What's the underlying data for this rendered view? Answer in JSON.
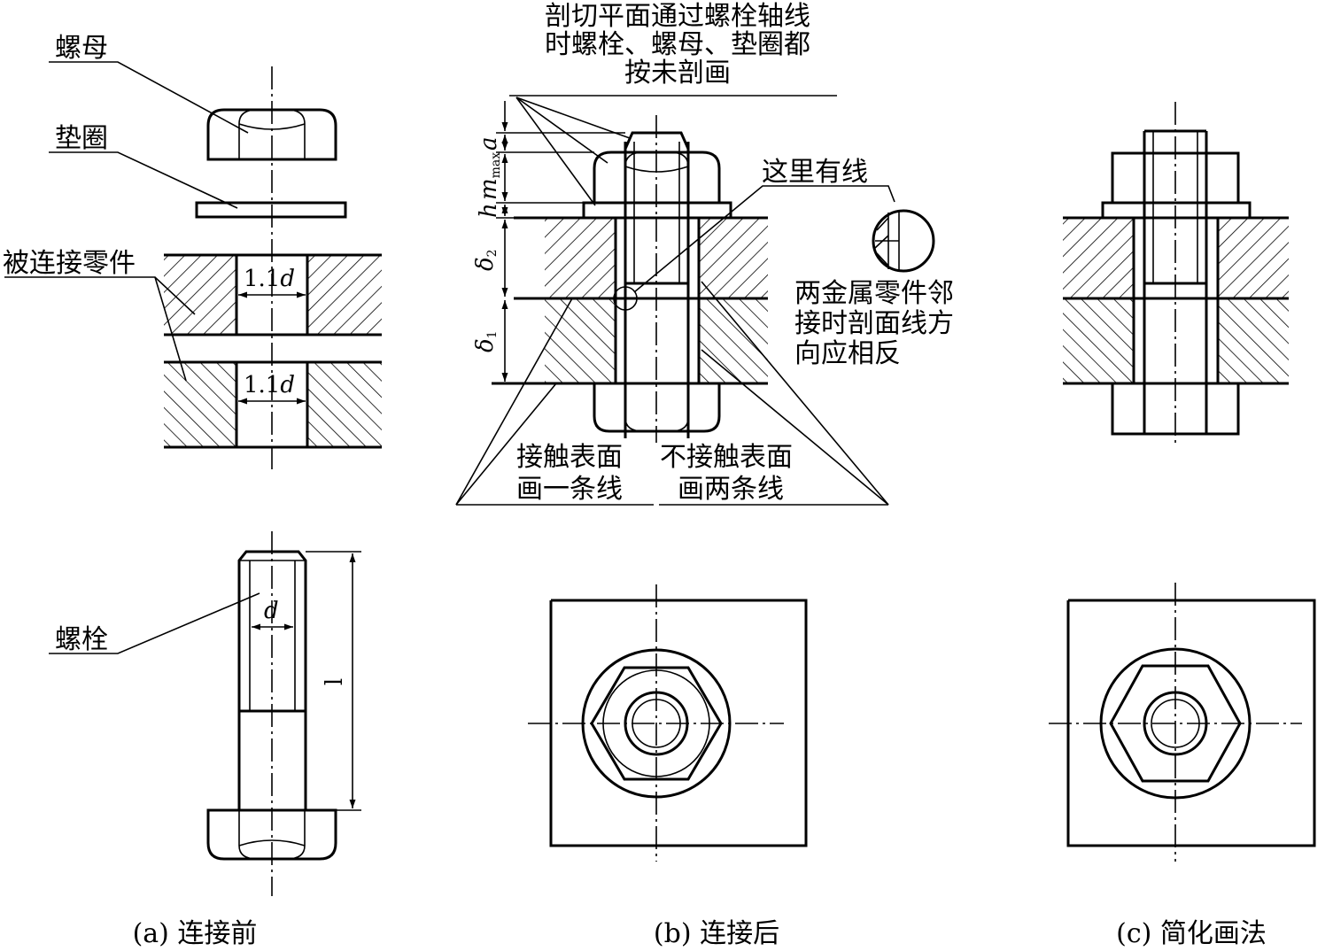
{
  "panel_a": {
    "caption": "(a) 连接前",
    "labels": {
      "nut": "螺母",
      "washer": "垫圈",
      "connected_parts": "被连接零件",
      "bolt": "螺栓"
    },
    "hole_dim_upper": "1.1",
    "hole_dim_lower": "1.1",
    "dim_var": "d",
    "bolt_dim": "d",
    "length_dim": "l"
  },
  "panel_b": {
    "caption": "(b) 连接后",
    "note_section": [
      "剖切平面通过螺栓轴线",
      "时螺栓、螺母、垫圈都",
      "按未剖画"
    ],
    "note_line_here": "这里有线",
    "note_hatch": [
      "两金属零件邻",
      "接时剖面线方",
      "向应相反"
    ],
    "note_contact": [
      "接触表面",
      "画一条线"
    ],
    "note_noncontact": [
      "不接触表面",
      "画两条线"
    ],
    "dims": {
      "a": "a",
      "m": "m",
      "max": "max",
      "h": "h",
      "delta": "δ",
      "sub2": "2",
      "sub1": "1"
    }
  },
  "panel_c": {
    "caption": "(c) 简化画法"
  }
}
